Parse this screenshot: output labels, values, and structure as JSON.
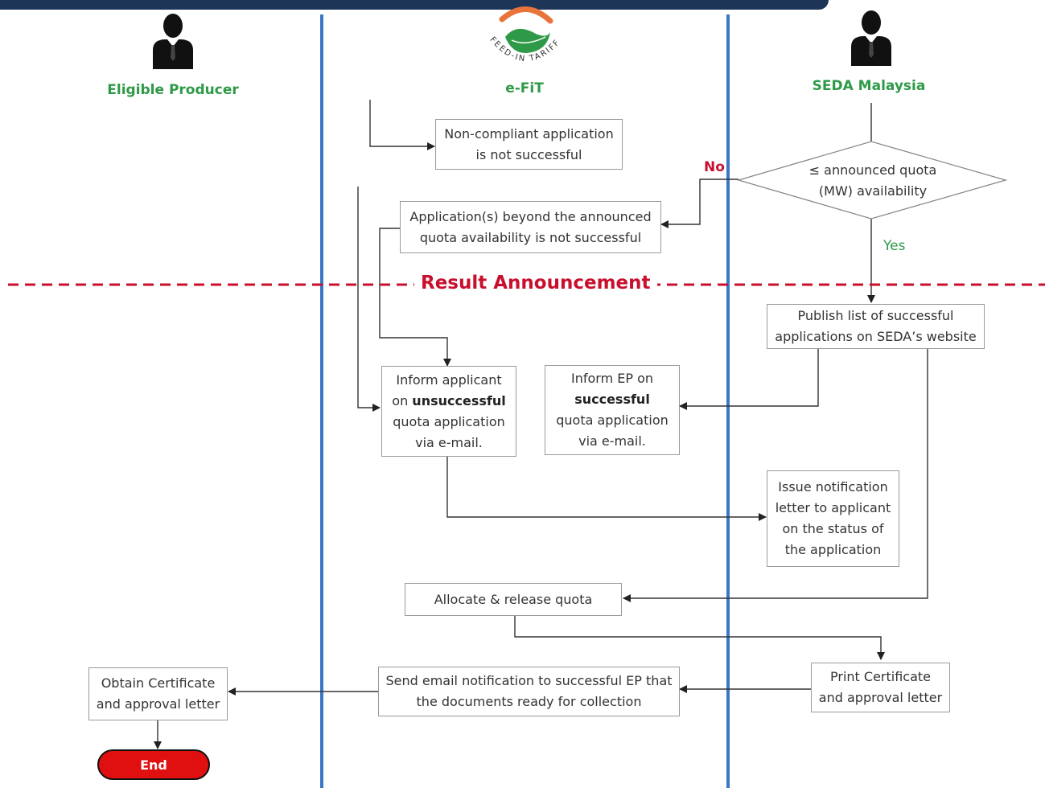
{
  "lanes": {
    "producer": "Eligible Producer",
    "efit": "e-FiT",
    "seda": "SEDA Malaysia"
  },
  "logo": {
    "arc_text": "FEED-IN TARIFF"
  },
  "divider": {
    "label": "Result Announcement"
  },
  "decision": {
    "line1": "≤ announced quota",
    "line2": "(MW) availability",
    "no_label": "No",
    "yes_label": "Yes"
  },
  "boxes": {
    "non_compliant": {
      "line1": "Non-compliant application",
      "line2": "is not successful"
    },
    "beyond_quota": {
      "line1": "Application(s) beyond the announced",
      "line2": "quota availability is not successful"
    },
    "publish": {
      "line1": "Publish list of successful",
      "line2": "applications on SEDA’s website"
    },
    "inform_unsuccessful": {
      "line1": "Inform applicant",
      "line2_pre": "on ",
      "line2_bold": "unsuccessful",
      "line3": "quota application",
      "line4": "via e-mail."
    },
    "inform_successful": {
      "line1": "Inform EP on",
      "line2_bold": "successful",
      "line3": "quota application",
      "line4": "via e-mail."
    },
    "issue_notification": {
      "line1": "Issue notification",
      "line2": "letter to applicant",
      "line3": "on the status of",
      "line4": "the application"
    },
    "allocate": {
      "line1": "Allocate & release quota"
    },
    "print_certificate": {
      "line1": "Print Certificate",
      "line2": "and approval letter"
    },
    "send_email": {
      "line1": "Send email notification to successful EP that",
      "line2": "the documents ready for collection"
    },
    "obtain_certificate": {
      "line1": "Obtain Certificate",
      "line2": "and approval letter"
    }
  },
  "end_label": "End",
  "colors": {
    "lane_title": "#2e9a48",
    "lane_line": "#3a78c4",
    "divider": "#c8102e",
    "end_fill": "#e01010",
    "top_bar": "#1d3557"
  }
}
